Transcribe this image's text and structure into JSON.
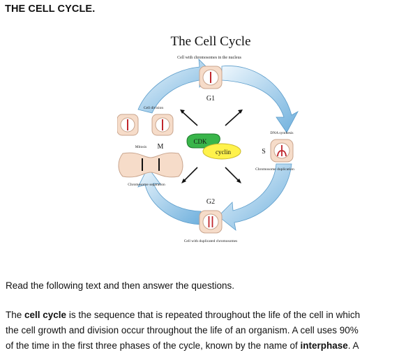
{
  "heading": "THE CELL CYCLE.",
  "diagram": {
    "title": "The Cell Cycle",
    "subtitle": "Cell with chromosomes in the nucleus",
    "g1": "G1",
    "g2": "G2",
    "s": "S",
    "m": "M",
    "cell_division": "Cell division",
    "mitosis": "Mitosis",
    "chromosome_separation": "Chromosome separation",
    "dna_synthesis": "DNA synthesis",
    "chromosome_duplication": "Chromosome duplication",
    "duplicated": "Cell with duplicated chromosomes",
    "cdk": "CDK",
    "cyclin": "cyclin",
    "colors": {
      "cell_fill": "#f6dcc9",
      "cell_stroke": "#c9a58e",
      "nucleus": "#ffffff",
      "chromosome": "#c0272d",
      "arrow_light": "#dceefa",
      "arrow_dark": "#6aa9d6",
      "cdk": "#39b54a",
      "cyclin": "#fff24b"
    }
  },
  "intro": "Read the following text and then answer the questions.",
  "paragraph": {
    "l1_a": "The ",
    "l1_b": "cell cycle",
    "l1_c": " is the sequence that is repeated throughout the life of the cell in which",
    "l2": "the cell growth and division occur throughout the life of an organism. A cell uses 90%",
    "l3_a": "of the time in the first three phases of the cycle, known by the name of ",
    "l3_b": "interphase",
    "l3_c": ". A"
  }
}
